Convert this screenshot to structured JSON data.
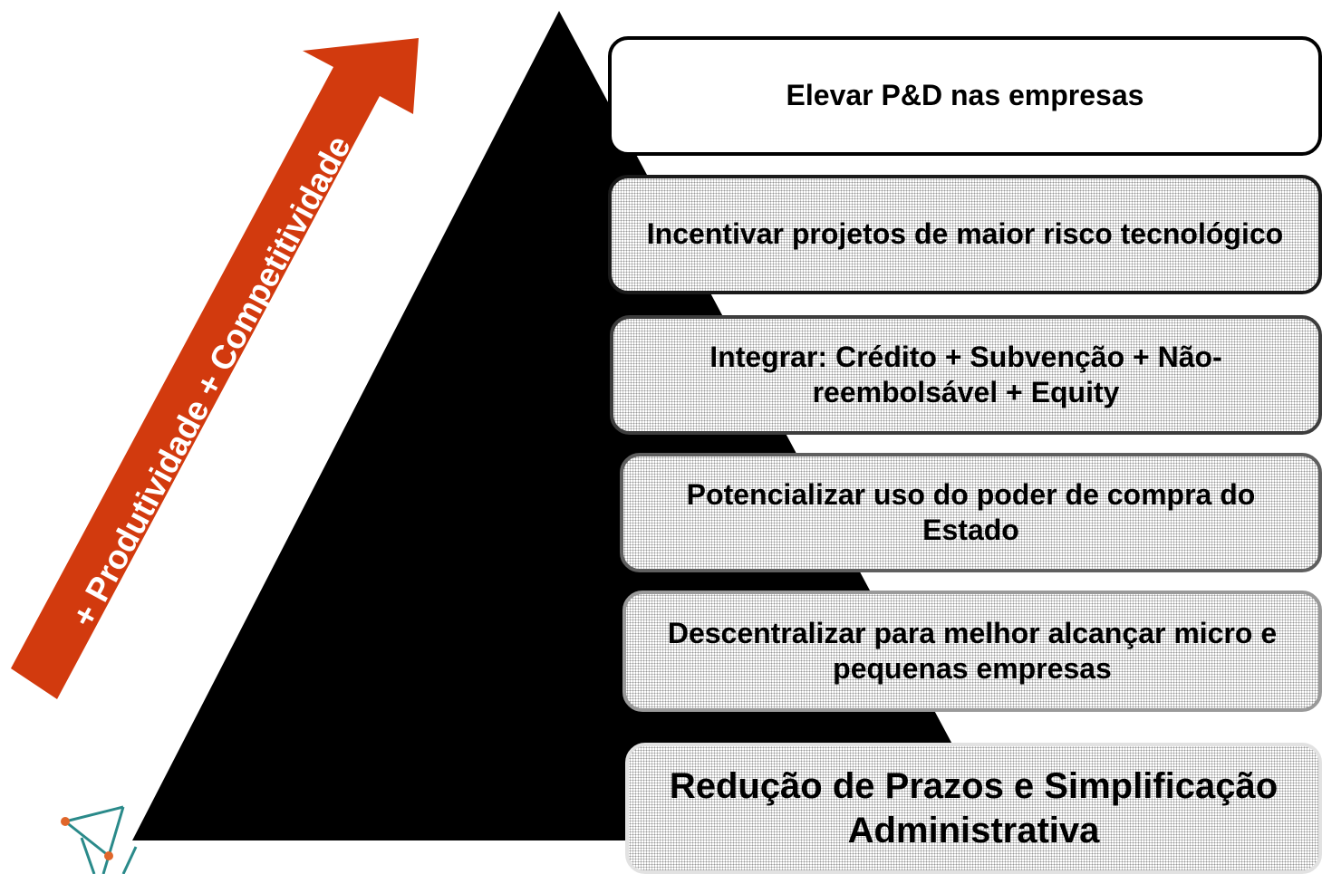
{
  "diagram": {
    "arrow_label": "+ Produtividade + Competitividade",
    "steps": [
      {
        "label": "Elevar P&D nas empresas"
      },
      {
        "label": "Incentivar projetos de maior risco tecnológico"
      },
      {
        "label": "Integrar: Crédito + Subvenção + Não-reembolsável + Equity"
      },
      {
        "label": "Potencializar uso do poder de compra do Estado"
      },
      {
        "label": "Descentralizar para melhor alcançar micro e pequenas empresas"
      },
      {
        "label": "Redução de Prazos e Simplificação Administrativa"
      }
    ],
    "colors": {
      "pyramid": "#000000",
      "arrow": "#d23a0e",
      "arrow_text": "#ffffff",
      "logo_teal": "#2a8a8a",
      "logo_orange": "#e0662a"
    },
    "icons": [
      "logo-icon"
    ]
  }
}
